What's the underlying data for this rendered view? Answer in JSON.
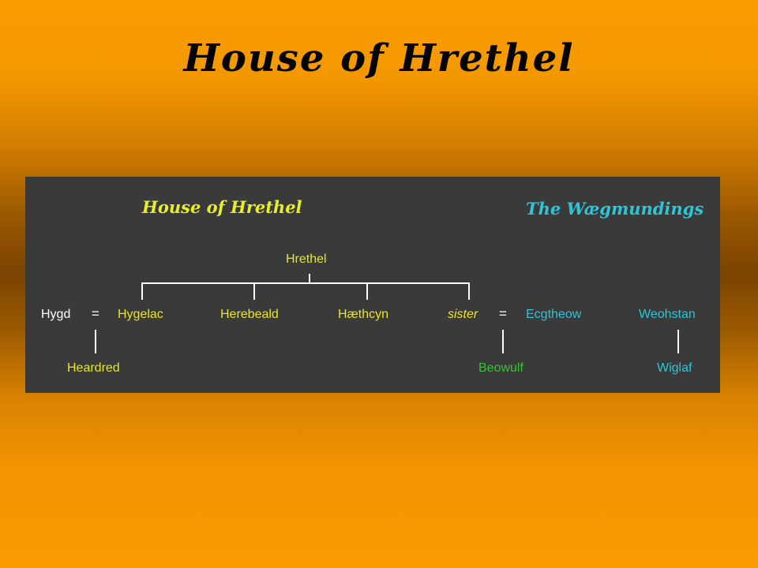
{
  "title": "House of Hrethel",
  "panel": {
    "heading_left": "House of Hrethel",
    "heading_right": "The Wægmundings",
    "equals": "=",
    "people": {
      "hrethel": "Hrethel",
      "hygd": "Hygd",
      "hygelac": "Hygelac",
      "herebeald": "Herebeald",
      "haethcyn": "Hæthcyn",
      "sister": "sister",
      "ecgtheow": "Ecgtheow",
      "weohstan": "Weohstan",
      "heardred": "Heardred",
      "beowulf": "Beowulf",
      "wiglaf": "Wiglaf"
    }
  },
  "colors": {
    "house_of_hrethel": "#e6e62a",
    "waegmundings": "#2cc6d8",
    "beowulf": "#36c236",
    "panel_bg": "#3a3a3a"
  }
}
